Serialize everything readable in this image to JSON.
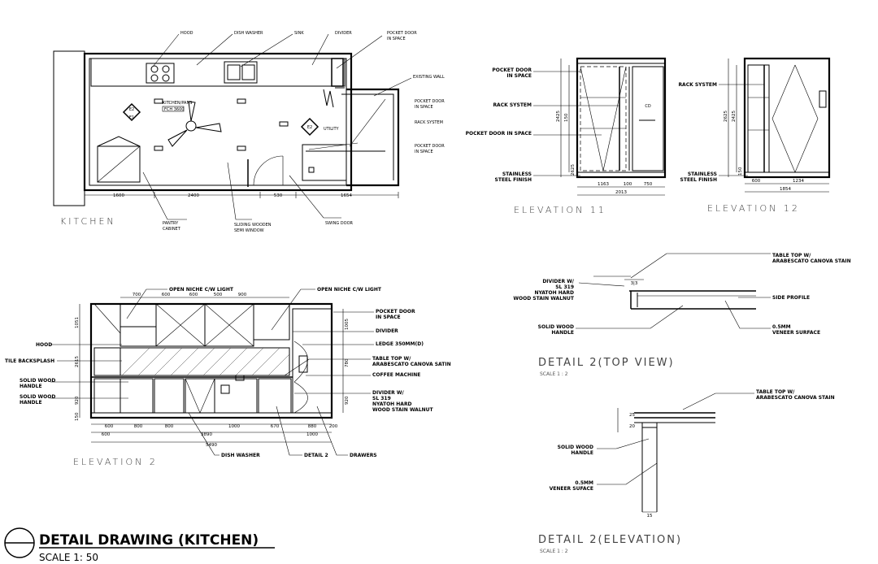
{
  "plan": {
    "title": "KITCHEN",
    "top_labels": [
      "HOOD",
      "DISH WASHER",
      "SINK",
      "DIVIDER",
      "POCKET DOOR\nIN SPACE"
    ],
    "right_labels": [
      "EXISTING WALL",
      "POCKET DOOR\nIN SPACE",
      "RACK SYSTEM",
      "POCKET DOOR\nIN SPACE"
    ],
    "bottom_labels": [
      "PANTRY\nCABINET",
      "SLIDING WOODEN\nSEMI WINDOW",
      "SWING DOOR"
    ],
    "room_label": "KITCHEN/PANS",
    "room_sub": "FCH 3600",
    "utility_label": "UTILITY",
    "elev_tag_a": "E2",
    "elev_tag_b": "E1",
    "elev_tag_c": "E2",
    "dims": [
      "1600",
      "2400",
      "530",
      "1654"
    ]
  },
  "elev11": {
    "title": "ELEVATION 11",
    "labels": [
      "POCKET DOOR\nIN SPACE",
      "RACK SYSTEM",
      "POCKET DOOR IN SPACE",
      "STAINLESS\nSTEEL FINISH"
    ],
    "dims": [
      "1163",
      "100",
      "750",
      "2013",
      "2625",
      "2425",
      "150"
    ]
  },
  "elev12": {
    "title": "ELEVATION 12",
    "labels": [
      "RACK SYSTEM",
      "STAINLESS\nSTEEL FINISH"
    ],
    "dims": [
      "600",
      "1234",
      "1854",
      "2625",
      "2425",
      "150"
    ]
  },
  "elev2": {
    "title": "ELEVATION 2",
    "top_dims": [
      "700",
      "600",
      "600",
      "500",
      "900"
    ],
    "bottom_dims": [
      "600",
      "800",
      "800",
      "1000",
      "670",
      "880",
      "200"
    ],
    "total_dims": [
      "600",
      "3890",
      "1000",
      "5490"
    ],
    "left_dims": [
      "1051",
      "2615",
      "920",
      "150"
    ],
    "right_dims": [
      "1005",
      "780",
      "920"
    ],
    "callouts_top": [
      "OPEN NICHE C/W LIGHT",
      "OPEN NICHE C/W LIGHT"
    ],
    "callouts_right": [
      "POCKET DOOR\nIN SPACE",
      "DIVIDER",
      "LEDGE 350MM(D)",
      "TABLE TOP W/\nARABESCATO CANOVA SATIN",
      "COFFEE MACHINE",
      "DIVIDER W/\nSL 319\nNYATOH HARD\nWOOD STAIN WALNUT"
    ],
    "callouts_left": [
      "HOOD",
      "TILE BACKSPLASH",
      "SOLID WOOD\nHANDLE",
      "SOLID WOOD\nHANDLE"
    ],
    "callouts_bottom": [
      "DISH WASHER",
      "DETAIL 2",
      "DRAWERS"
    ]
  },
  "detail_top": {
    "title": "DETAIL 2(TOP VIEW)",
    "scale": "SCALE 1 : 2",
    "labels": [
      "TABLE TOP W/\nARABESCATO CANOVA STAIN",
      "DIVIDER W/\nSL 319\nNYATOH HARD\nWOOD STAIN WALNUT",
      "SIDE PROFILE",
      "SOLID WOOD\nHANDLE",
      "0.5MM\nVENEER SURFACE"
    ]
  },
  "detail_elev": {
    "title": "DETAIL 2(ELEVATION)",
    "scale": "SCALE 1 : 2",
    "labels": [
      "TABLE TOP W/\nARABESCATO CANOVA STAIN",
      "SOLID WOOD\nHANDLE",
      "0.5MM\nVENEER SUFACE"
    ]
  },
  "sheet": {
    "title": "DETAIL DRAWING (KITCHEN)",
    "scale": "SCALE 1: 50"
  }
}
